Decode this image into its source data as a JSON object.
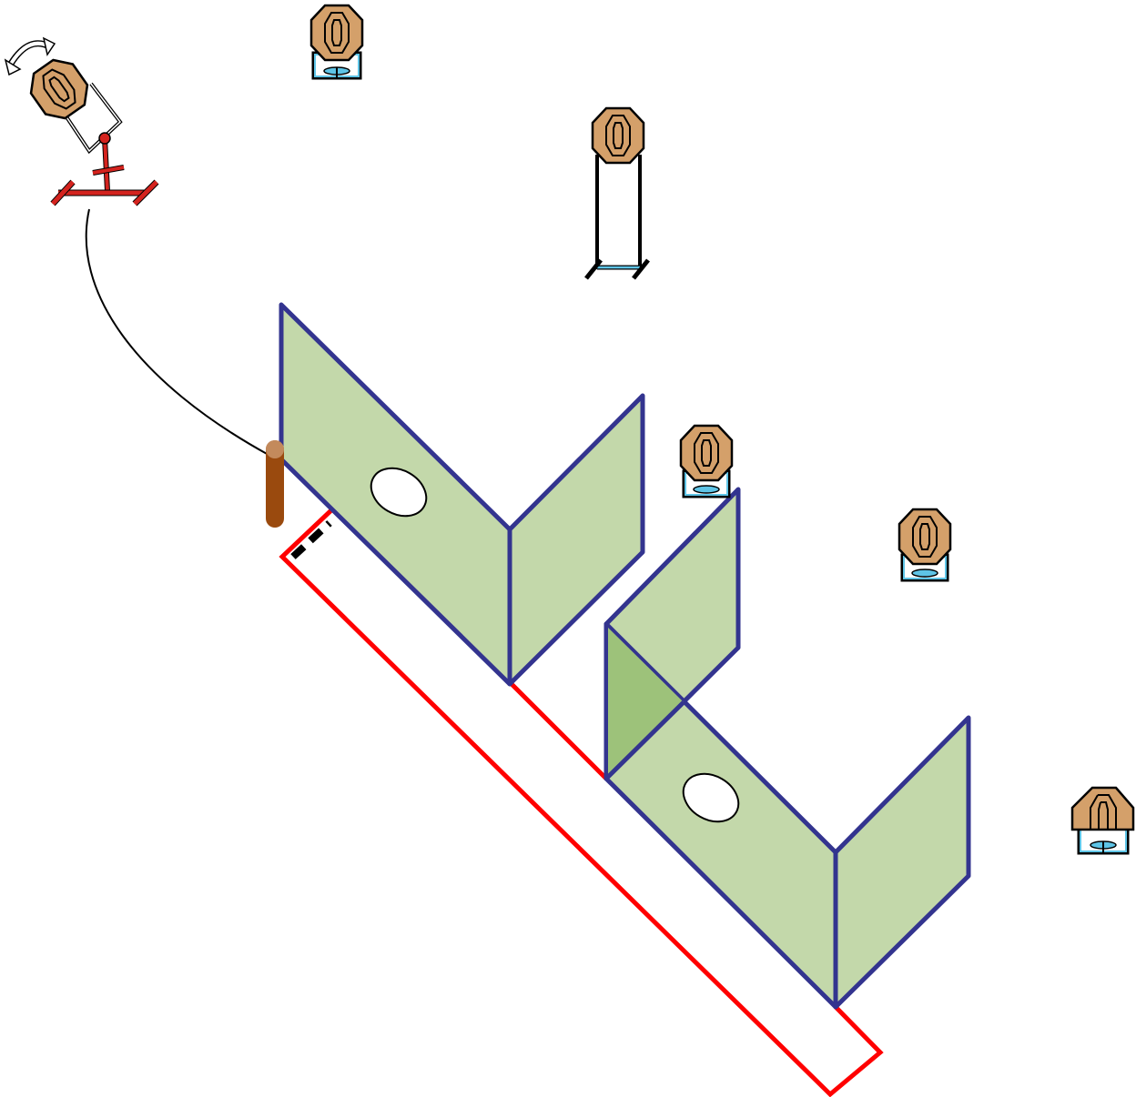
{
  "colors": {
    "wall_fill": "#c3d8aa",
    "wall_overlap_fill": "#9dc27a",
    "wall_stroke": "#33348f",
    "fault_line": "#ff0000",
    "target": "#d4a06a",
    "stand_base_cyan": "#5ec4e6",
    "swinger_red": "#d4231e",
    "barrel": "#9a4a0e"
  },
  "elements": {
    "walls": [
      {
        "id": "wall-upper",
        "port": true
      },
      {
        "id": "wall-lower",
        "port": true
      },
      {
        "id": "wall-cross",
        "port": false
      }
    ],
    "targets": [
      {
        "id": "target-swinger",
        "type": "swinging",
        "icon": "swing-arrow-icon"
      },
      {
        "id": "target-top",
        "type": "static",
        "base": "cyan"
      },
      {
        "id": "target-tall-stand",
        "type": "static",
        "base": "tall-frame"
      },
      {
        "id": "target-middle",
        "type": "static",
        "base": "cyan"
      },
      {
        "id": "target-right-middle",
        "type": "static",
        "base": "cyan"
      },
      {
        "id": "target-far-right",
        "type": "static",
        "base": "cyan",
        "partial": true
      }
    ],
    "activator": {
      "id": "barrel-activator",
      "icon": "barrel-icon"
    },
    "shooting_area": {
      "id": "fault-line-box",
      "icon": "fault-line"
    }
  }
}
